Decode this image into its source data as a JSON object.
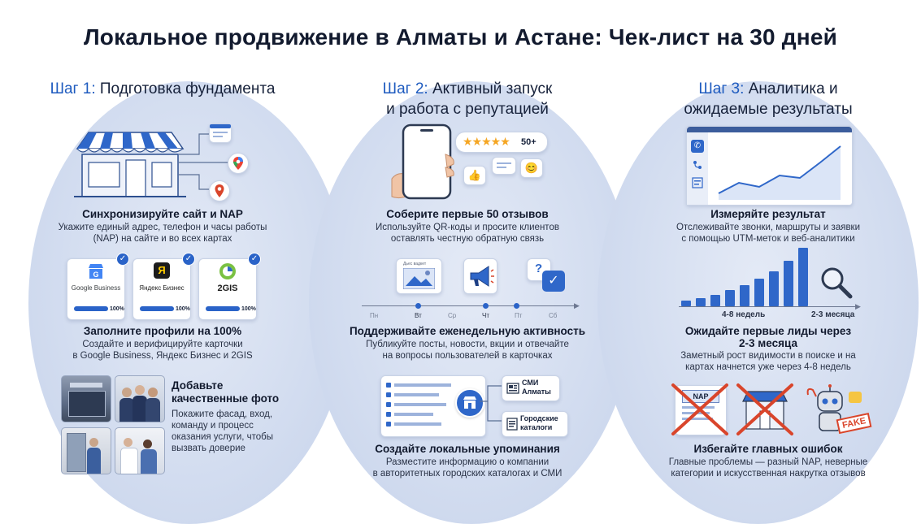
{
  "title": "Локальное продвижение в Алматы и Астане: Чек-лист на 30 дней",
  "steps": [
    {
      "prefix": "Шаг 1:",
      "text_line1": "Подготовка фундамента",
      "text_line2": ""
    },
    {
      "prefix": "Шаг 2:",
      "text_line1": "Активный запуск",
      "text_line2": "и работа с репутацией"
    },
    {
      "prefix": "Шаг 3:",
      "text_line1": "Аналитика и",
      "text_line2": "ожидаемые результаты"
    }
  ],
  "col1": {
    "nap_heading": "Синхронизируйте сайт и NAP",
    "nap_text_1": "Укажите единый адрес, телефон и часы работы",
    "nap_text_2": "(NAP) на сайте и во всех картах",
    "profiles": [
      {
        "name": "Google Business",
        "percent": "100%",
        "progress": 1.0
      },
      {
        "name": "Яндекс Бизнес",
        "percent": "100%",
        "progress": 1.0
      },
      {
        "name": "2GIS",
        "percent": "100%",
        "progress": 1.0
      }
    ],
    "yandex_logo": "Я",
    "profiles_heading": "Заполните профили на 100%",
    "profiles_text_1": "Создайте и верифицируйте карточки",
    "profiles_text_2": "в Google Business, Яндекс Бизнес и 2GIS",
    "photos_heading_1": "Добавьте",
    "photos_heading_2": "качественные фото",
    "photos_text": [
      "Покажите фасад, вход,",
      "команду и процесс",
      "оказания услуги, чтобы",
      "вызвать доверие"
    ]
  },
  "col2": {
    "reviews_badge": "50+",
    "reviews_heading": "Соберите первые 50 отзывов",
    "reviews_text_1": "Используйте QR-коды и просите клиентов",
    "reviews_text_2": "оставлять честную обратную связь",
    "post_card_label": "Дьес вадкет",
    "days": [
      "Пн",
      "Вт",
      "Ср",
      "Чт",
      "Пт",
      "Сб"
    ],
    "activity_heading": "Поддерживайте еженедельную активность",
    "activity_text_1": "Публикуйте посты, новости, вкции и отвечайте",
    "activity_text_2": "на вопросы пользователей в карточках",
    "mention_tags": [
      "СМИ Алматы",
      "Городские каталоги"
    ],
    "mentions_heading": "Создайте локальные упоминания",
    "mentions_text_1": "Разместите информацию о компании",
    "mentions_text_2": "в авторитетных городских каталогах и СМИ"
  },
  "col3": {
    "measure_heading": "Измеряйте результат",
    "measure_text_1": "Отслеживайте звонки, маршруты и заявки",
    "measure_text_2": "с помощью UTM-меток и веб-аналитики",
    "bar_values": [
      1,
      1.5,
      2.2,
      3,
      4,
      5.2,
      6.6,
      8.5,
      11
    ],
    "period_labels": [
      "4-8 недель",
      "2-3 месяца"
    ],
    "leads_heading_1": "Ожидайте первые лиды через",
    "leads_heading_2": "2-3 месяца",
    "leads_text_1": "Заметный рост видимости в поиске и на",
    "leads_text_2": "картах начнется уже через 4-8 недель",
    "nap_sign": "NAP",
    "fake_stamp": "FAKE",
    "mistakes_heading": "Избегайте главных ошибок",
    "mistakes_text_1": "Главные проблемы — разный NAP, неверные",
    "mistakes_text_2": "категории и искусственная накрутка отзывов"
  },
  "colors": {
    "accent": "#2a63c8",
    "title": "#121a2e",
    "blob": "#d3ddf0",
    "red": "#d9452b"
  }
}
